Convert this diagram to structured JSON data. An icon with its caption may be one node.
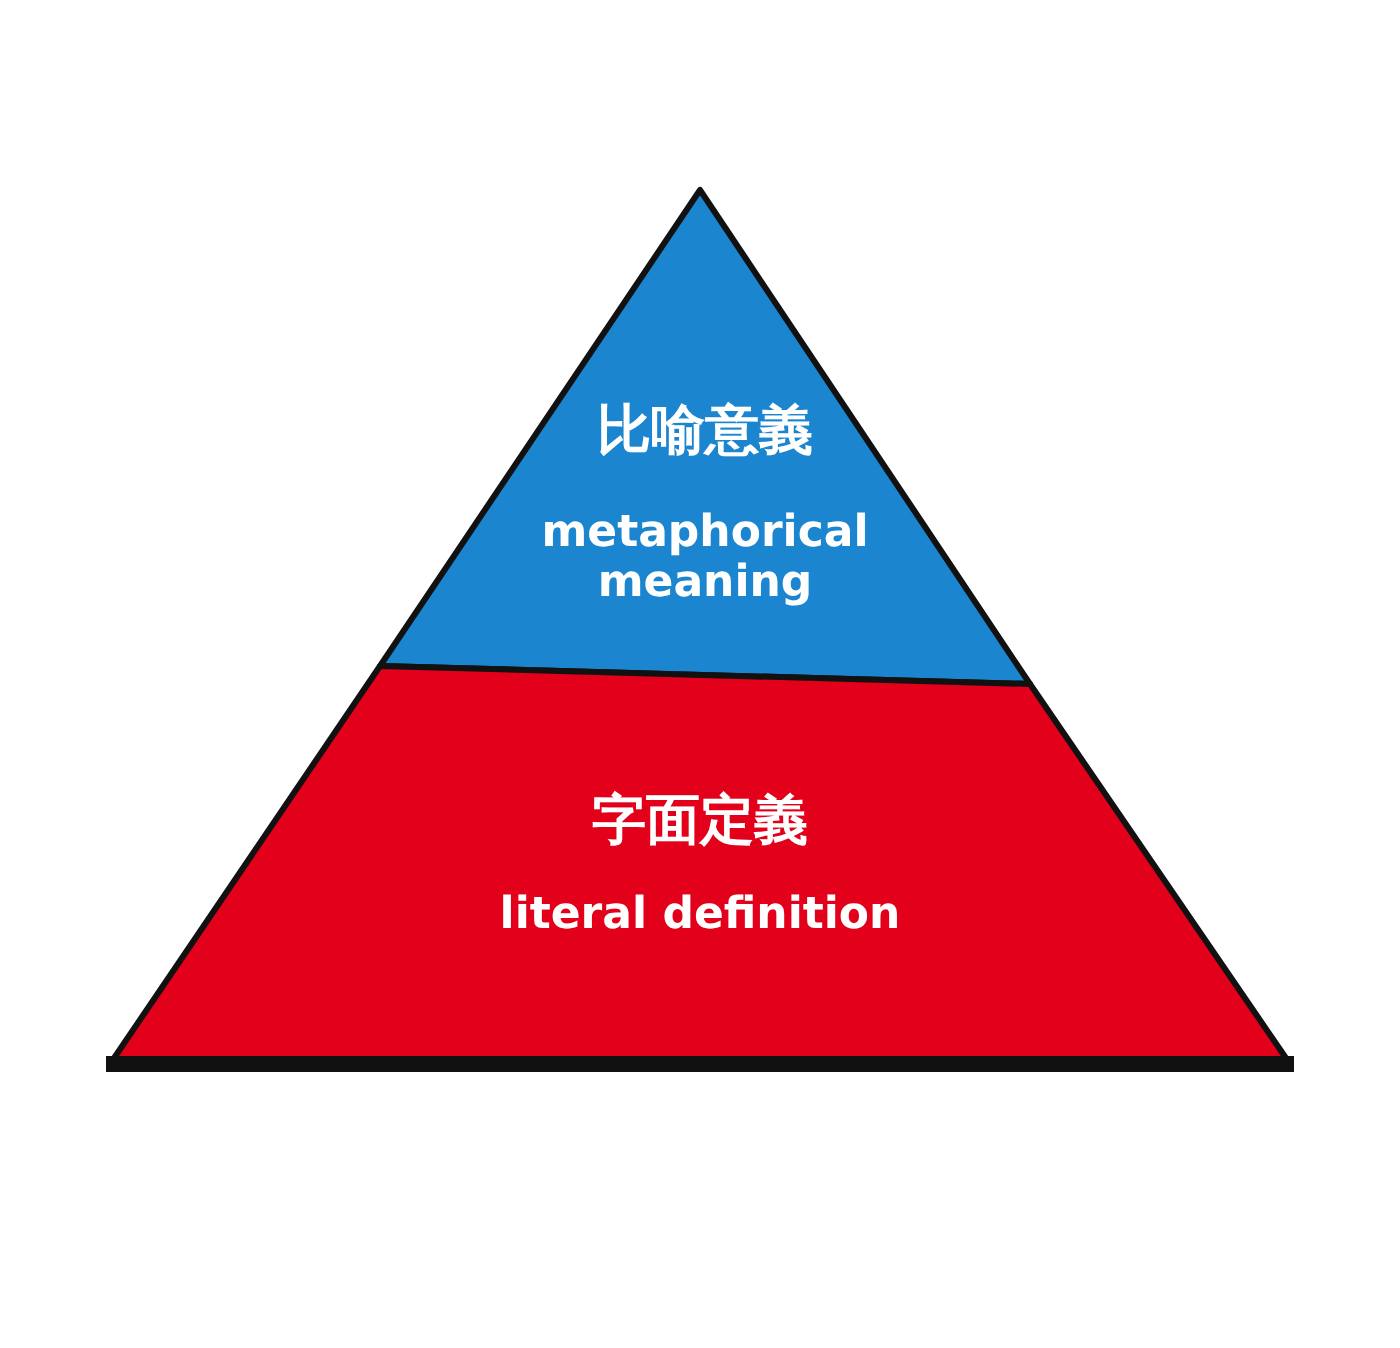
{
  "diagram": {
    "nodes": [
      {
        "text": [
          "比喻意義",
          "metaphorical meaning"
        ]
      },
      {
        "text": [
          "字面定義",
          "literal definition"
        ]
      }
    ]
  }
}
